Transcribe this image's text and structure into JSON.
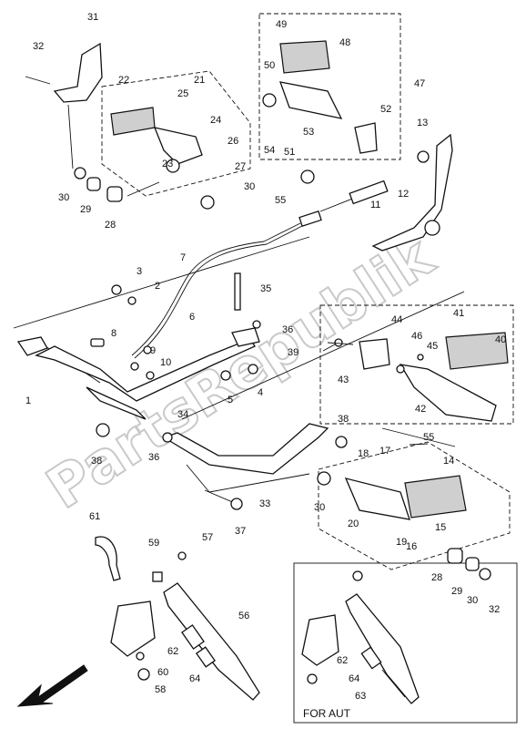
{
  "callouts": [
    "1",
    "2",
    "3",
    "4",
    "5",
    "6",
    "7",
    "8",
    "9",
    "10",
    "11",
    "12",
    "13",
    "14",
    "15",
    "16",
    "17",
    "18",
    "19",
    "20",
    "21",
    "22",
    "23",
    "24",
    "25",
    "26",
    "27",
    "28",
    "29",
    "30",
    "31",
    "32",
    "33",
    "34",
    "35",
    "36",
    "37",
    "38",
    "39",
    "40",
    "41",
    "42",
    "43",
    "44",
    "45",
    "46",
    "47",
    "48",
    "49",
    "50",
    "51",
    "52",
    "53",
    "54",
    "55",
    "56",
    "57",
    "58",
    "59",
    "60",
    "61",
    "62",
    "63",
    "64"
  ],
  "inset_note": "FOR AUT",
  "watermark": "PartsRepublik",
  "colors": {
    "line": "#111111",
    "watermark": "#c9c9c9"
  }
}
